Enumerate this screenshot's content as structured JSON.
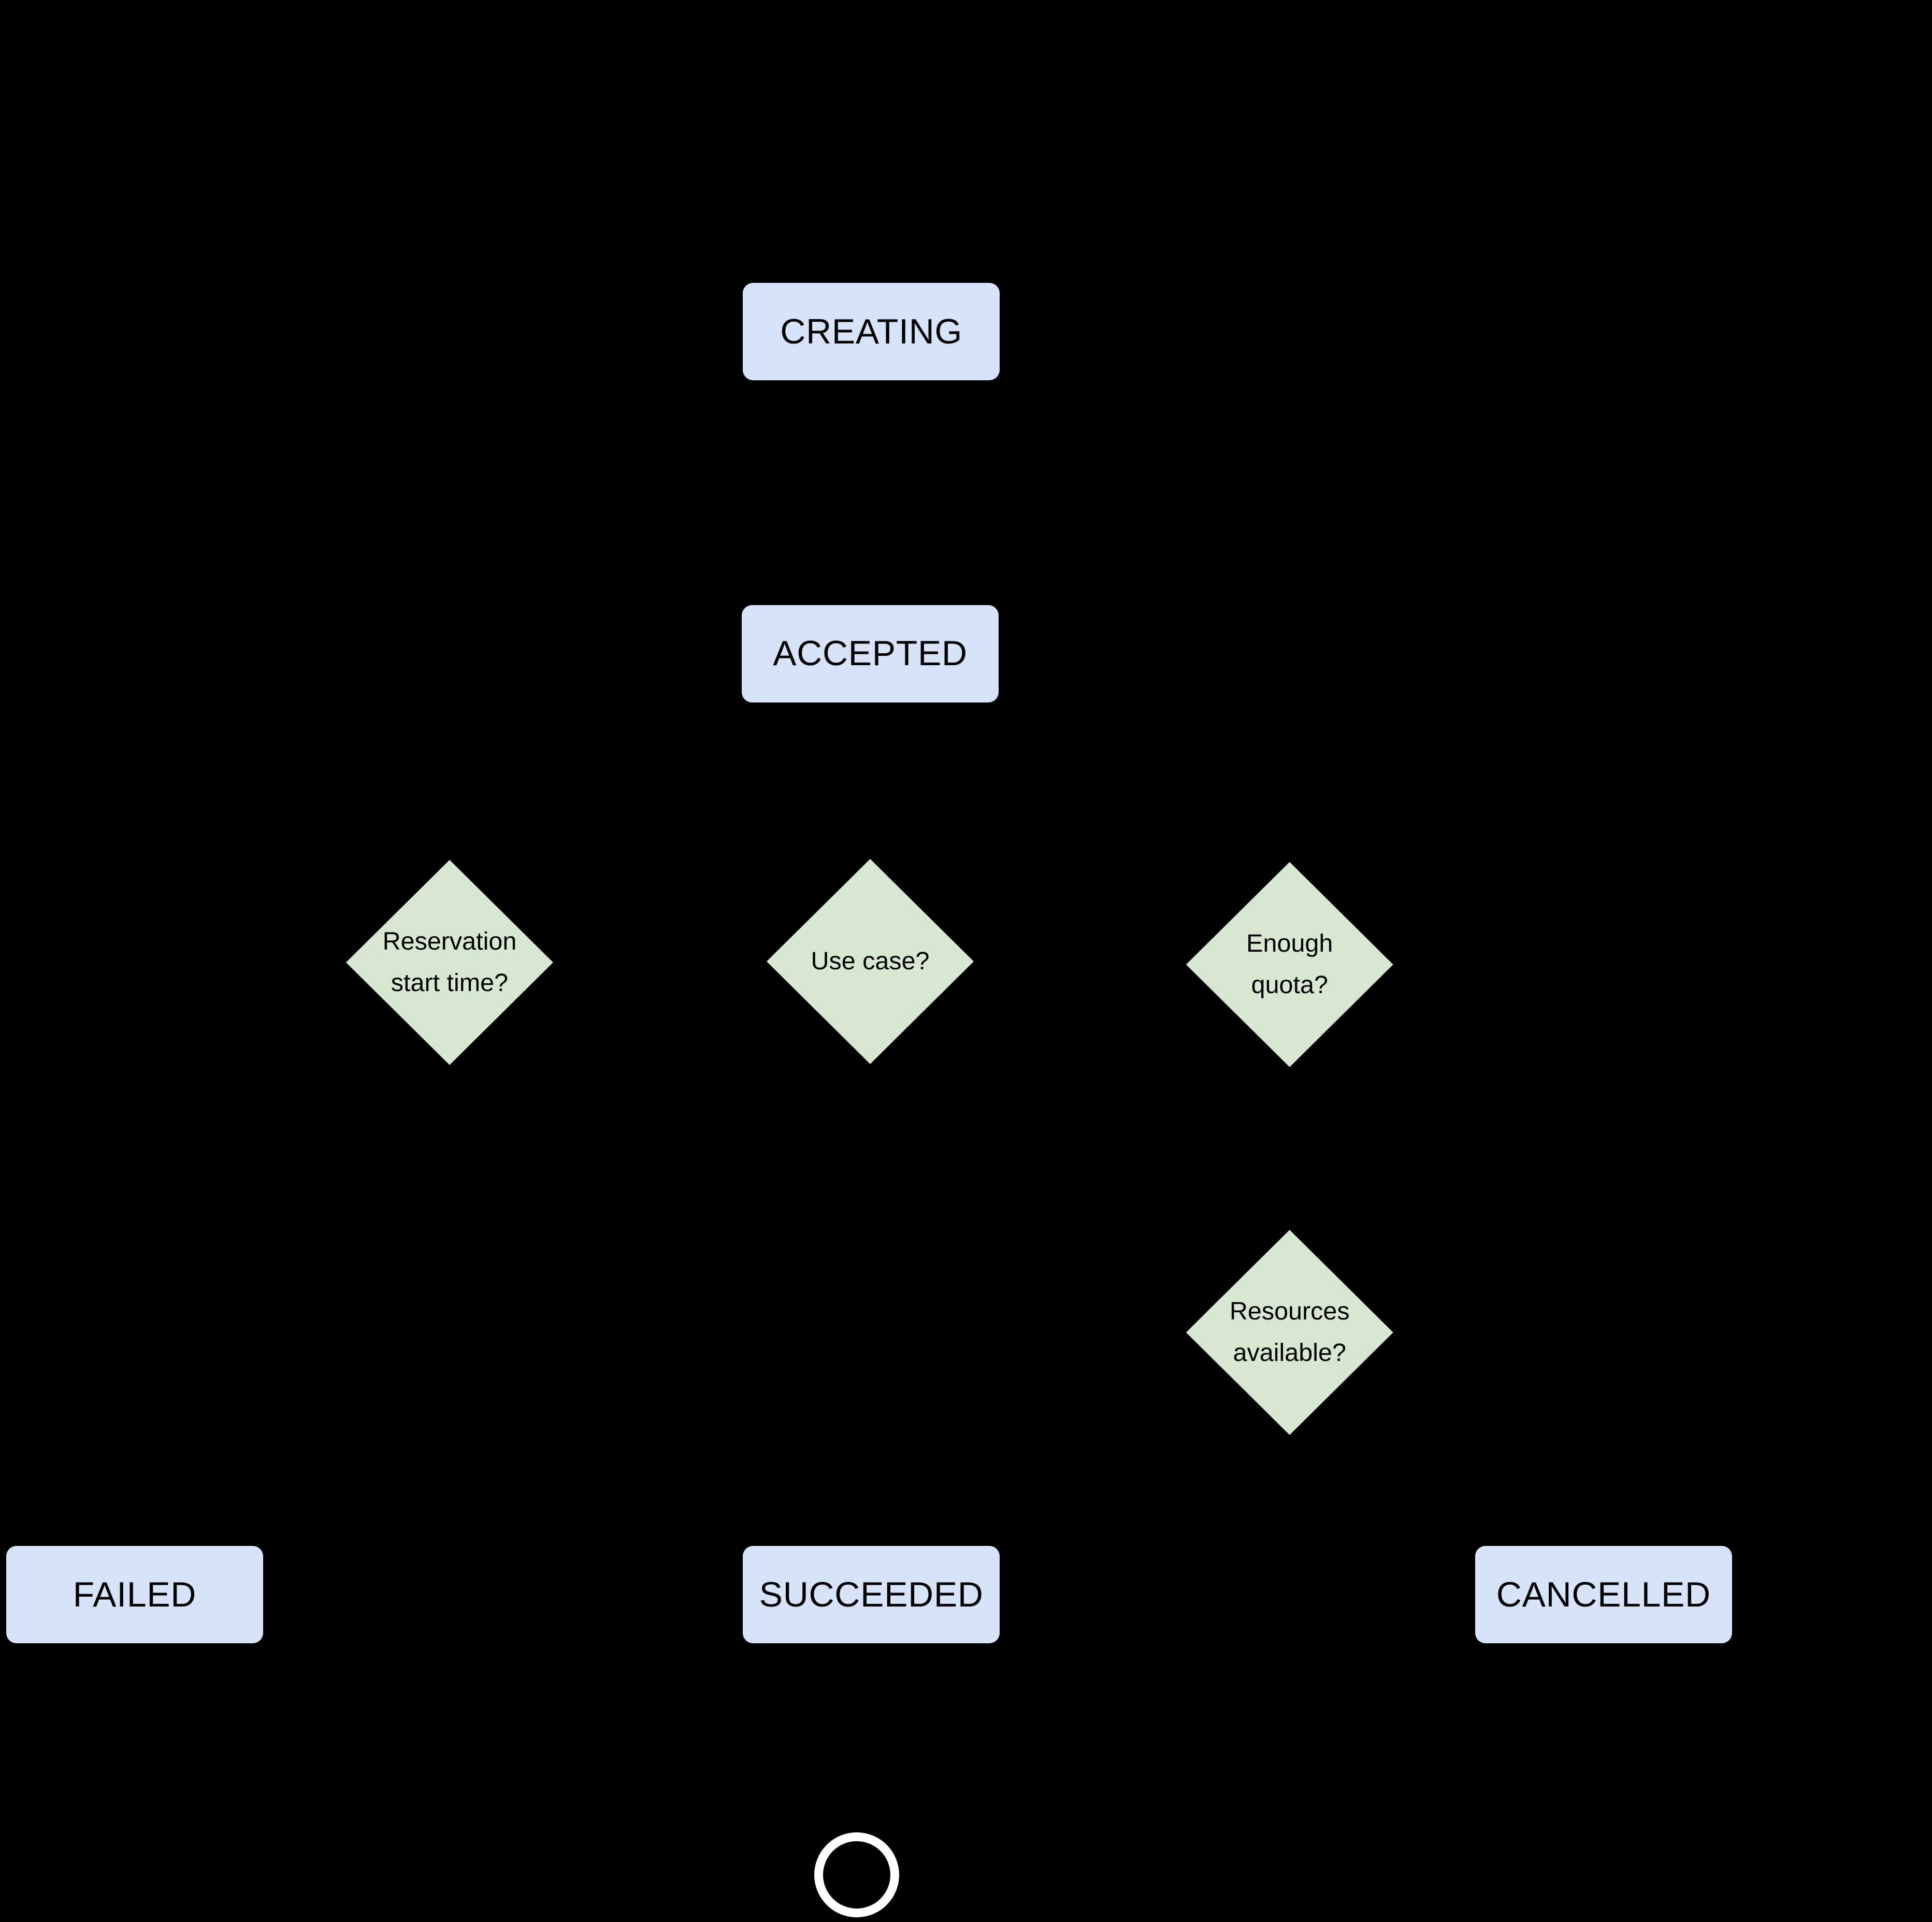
{
  "canvas": {
    "background": "#000000"
  },
  "palette": {
    "canvas_bg": "#000000",
    "state_fill": "#d6e4fa",
    "decision_fill": "#d6e8d0",
    "text_color": "#000000",
    "end_ring": "#ffffff"
  },
  "nodes": {
    "creating": {
      "type": "state",
      "label": "CREATING"
    },
    "accepted": {
      "type": "state",
      "label": "ACCEPTED"
    },
    "reservation_start_time": {
      "type": "decision",
      "lines": [
        "Reservation",
        "start time?"
      ]
    },
    "use_case": {
      "type": "decision",
      "lines": [
        "Use case?"
      ]
    },
    "enough_quota": {
      "type": "decision",
      "lines": [
        "Enough",
        "quota?"
      ]
    },
    "resources_available": {
      "type": "decision",
      "lines": [
        "Resources",
        "available?"
      ]
    },
    "failed": {
      "type": "state",
      "label": "FAILED"
    },
    "succeeded": {
      "type": "state",
      "label": "SUCCEEDED"
    },
    "cancelled": {
      "type": "state",
      "label": "CANCELLED"
    },
    "end": {
      "type": "terminal",
      "shape": "circle"
    }
  }
}
